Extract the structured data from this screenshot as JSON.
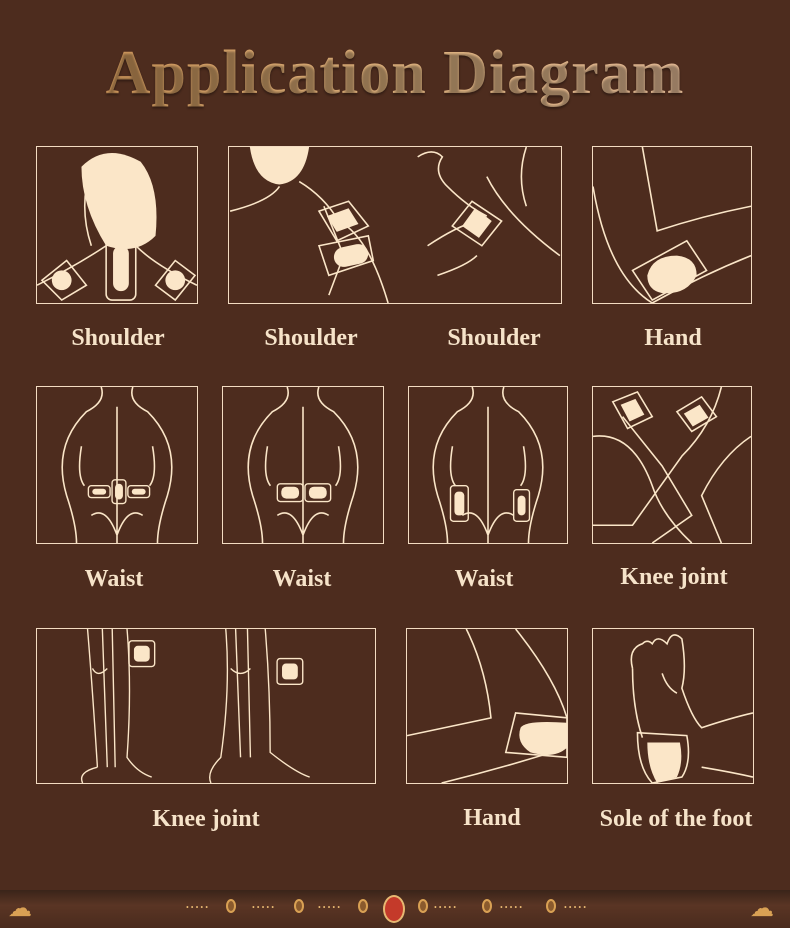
{
  "title": "Application Diagram",
  "panels": [
    {
      "label": "Shoulder",
      "illustration": "back-of-neck-shoulders-with-three-patches"
    },
    {
      "label": "Shoulder",
      "illustration": "neck-shoulder-side-view-patch"
    },
    {
      "label": "Shoulder",
      "illustration": "front-shoulder-patch"
    },
    {
      "label": "Hand",
      "illustration": "elbow-patch"
    },
    {
      "label": "Waist",
      "illustration": "lower-back-three-patches"
    },
    {
      "label": "Waist",
      "illustration": "lower-back-two-horizontal-patches"
    },
    {
      "label": "Waist",
      "illustration": "lower-back-two-vertical-patches"
    },
    {
      "label": "Knee joint",
      "illustration": "crossed-knees-patches"
    },
    {
      "label": "Knee joint",
      "illustration": "leg-skeleton-knee-patches"
    },
    {
      "label": "Hand",
      "illustration": "forearm-patch"
    },
    {
      "label": "Sole of the foot",
      "illustration": "foot-sole-patch"
    }
  ],
  "colors": {
    "background": "#4d2c1e",
    "line": "#f3dcc2",
    "patch": "#fbe6c8",
    "title_gold": "#d8a46a"
  }
}
